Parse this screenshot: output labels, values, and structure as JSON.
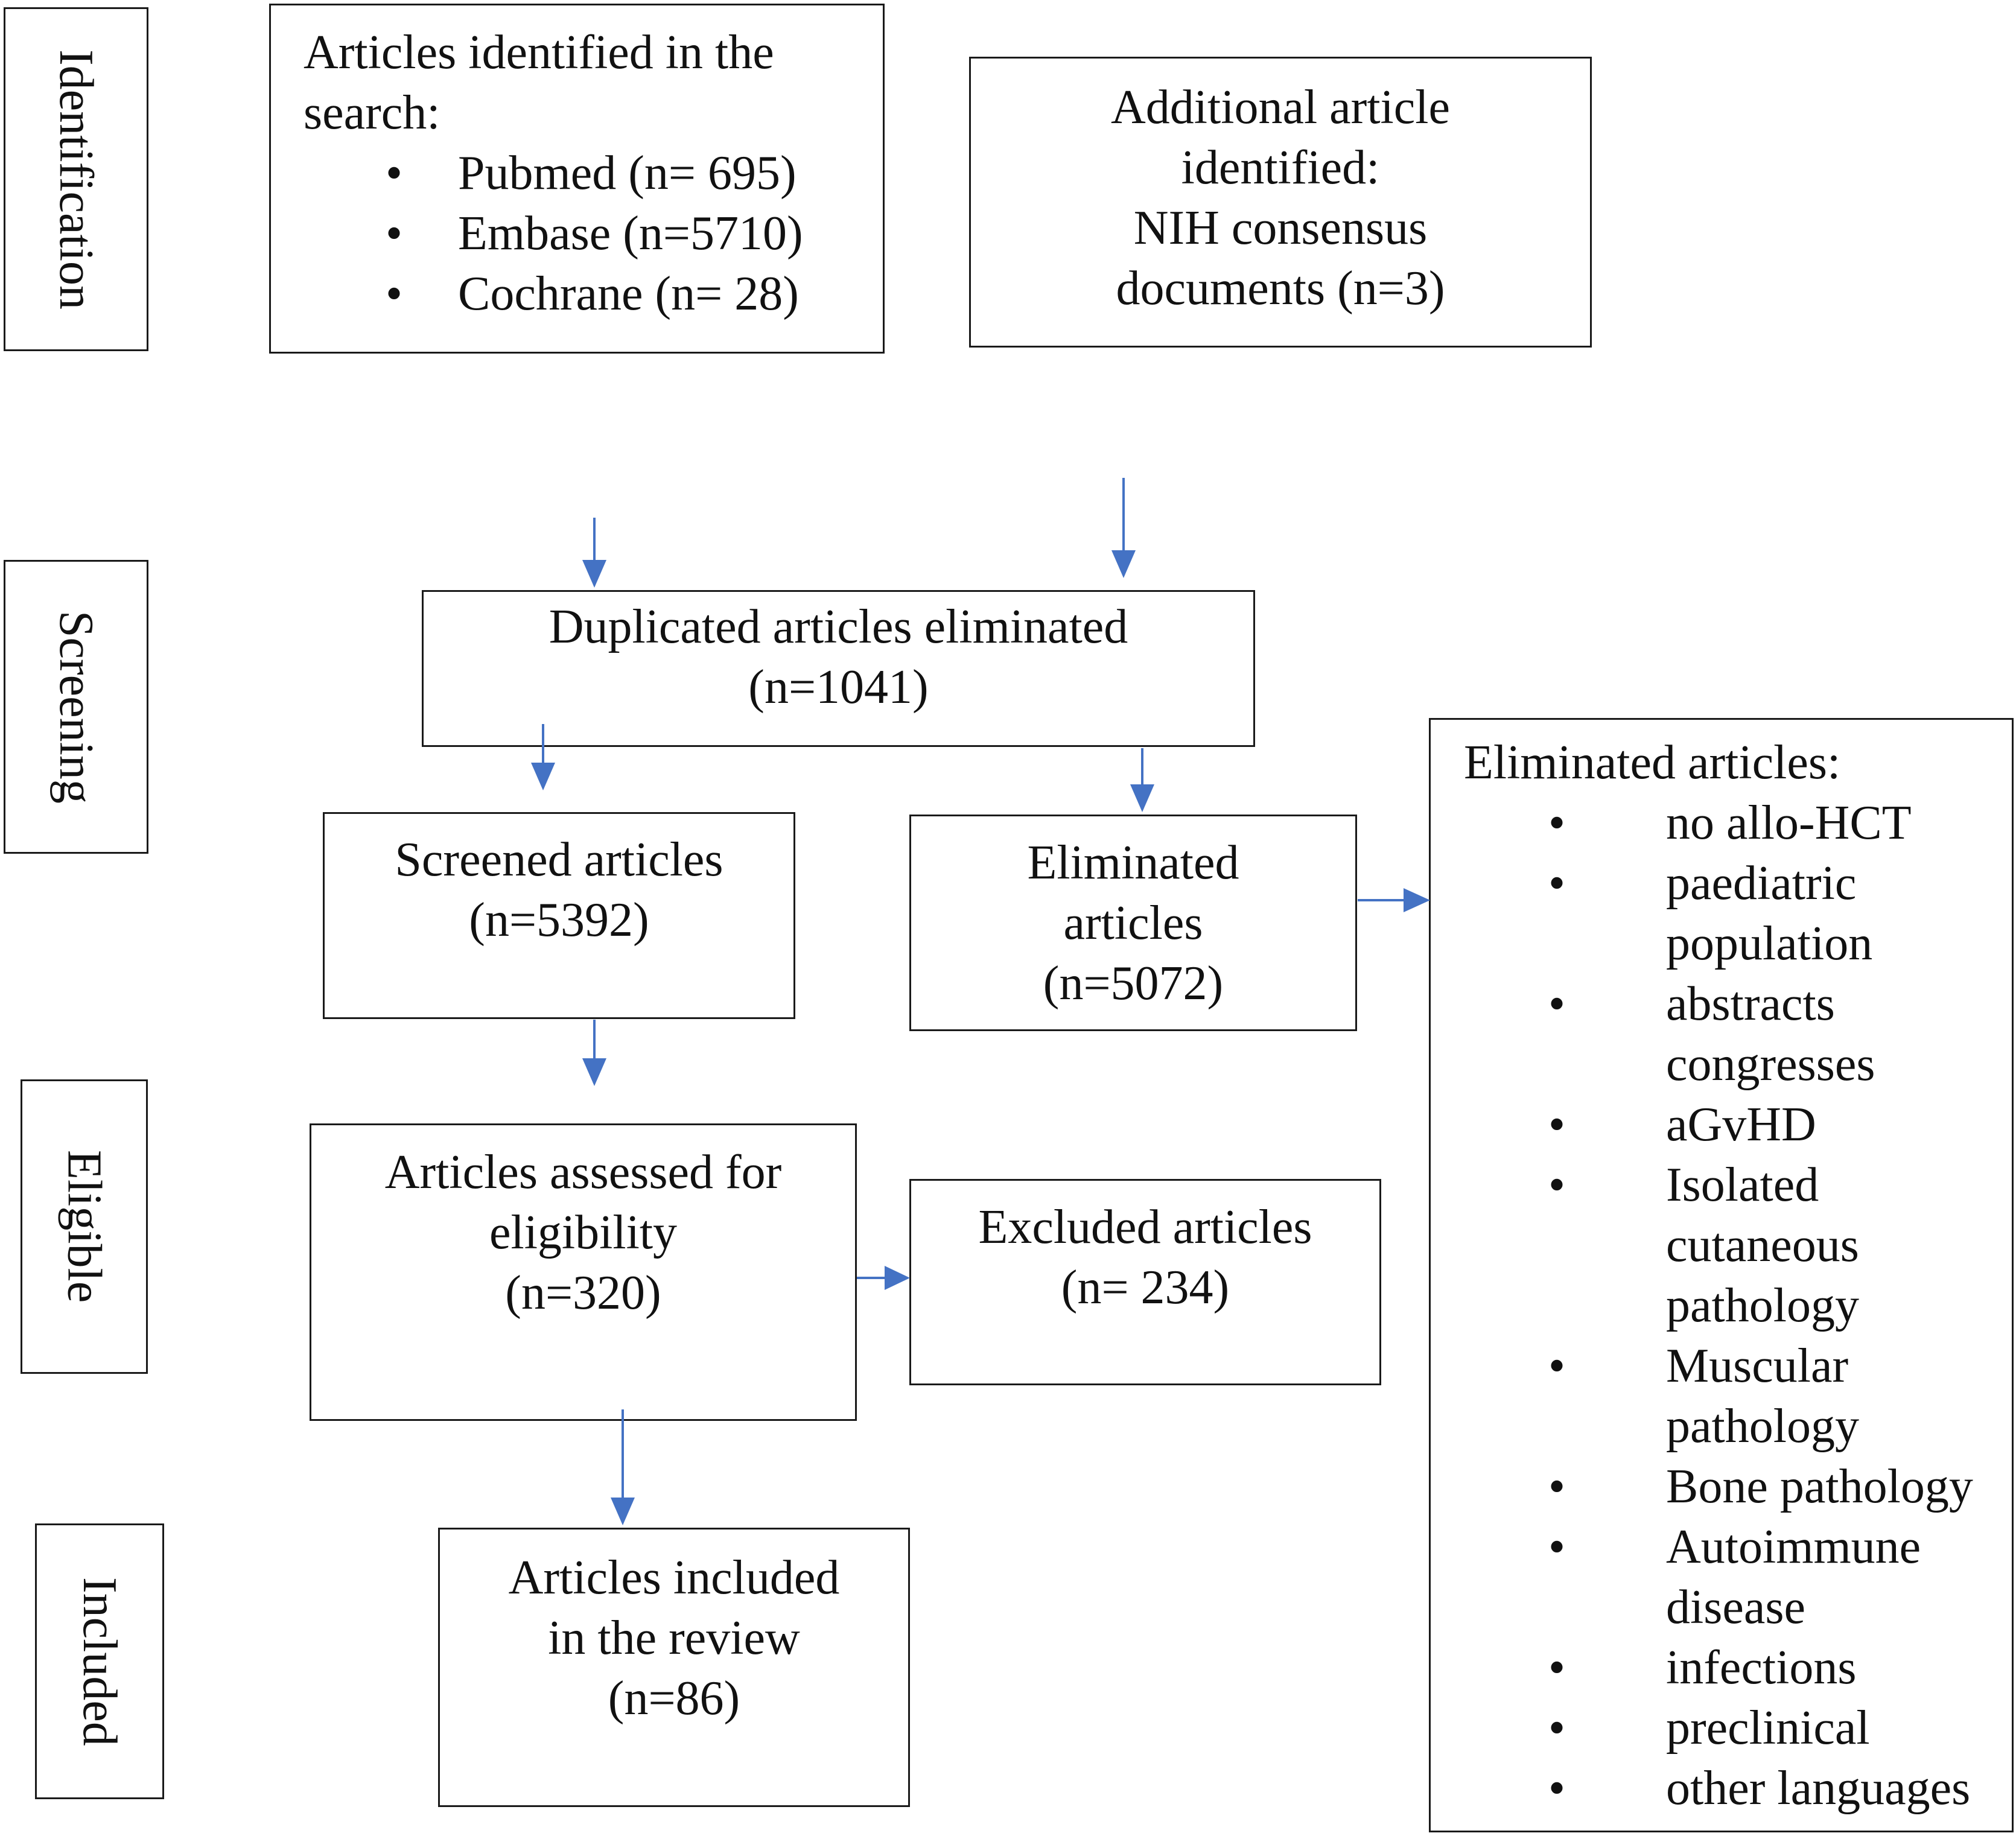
{
  "stages": {
    "identification": "Identification",
    "screening": "Screening",
    "eligible": "Eligible",
    "included": "Included"
  },
  "search_box": {
    "title_line1": "Articles identified in the",
    "title_line2": "search:",
    "sources": [
      "Pubmed (n= 695)",
      "Embase (n=5710)",
      "Cochrane (n= 28)"
    ]
  },
  "additional_box": {
    "lines": [
      "Additional article",
      "identified:",
      "NIH consensus",
      "documents (n=3)"
    ]
  },
  "duplicates_box": {
    "lines": [
      "Duplicated articles eliminated",
      "(n=1041)"
    ]
  },
  "screened_box": {
    "lines": [
      "Screened articles",
      "(n=5392)"
    ]
  },
  "eliminated_box": {
    "lines": [
      "Eliminated",
      "articles",
      "(n=5072)"
    ]
  },
  "eliminated_list": {
    "title": "Eliminated articles:",
    "items": [
      [
        "no allo-HCT"
      ],
      [
        "paediatric",
        "population"
      ],
      [
        "abstracts",
        "congresses"
      ],
      [
        "aGvHD"
      ],
      [
        "Isolated",
        "cutaneous",
        "pathology"
      ],
      [
        "Muscular",
        "pathology"
      ],
      [
        "Bone pathology"
      ],
      [
        "Autoimmune",
        "disease"
      ],
      [
        "infections"
      ],
      [
        "preclinical"
      ],
      [
        "other languages"
      ]
    ]
  },
  "eligibility_box": {
    "lines": [
      "Articles assessed for",
      "eligibility",
      "(n=320)"
    ]
  },
  "excluded_box": {
    "lines": [
      "Excluded articles",
      "(n= 234)"
    ]
  },
  "included_box": {
    "lines": [
      "Articles included",
      "in the review",
      "(n=86)"
    ]
  },
  "colors": {
    "arrow": "#4472c4",
    "border": "#1a1a1a"
  }
}
